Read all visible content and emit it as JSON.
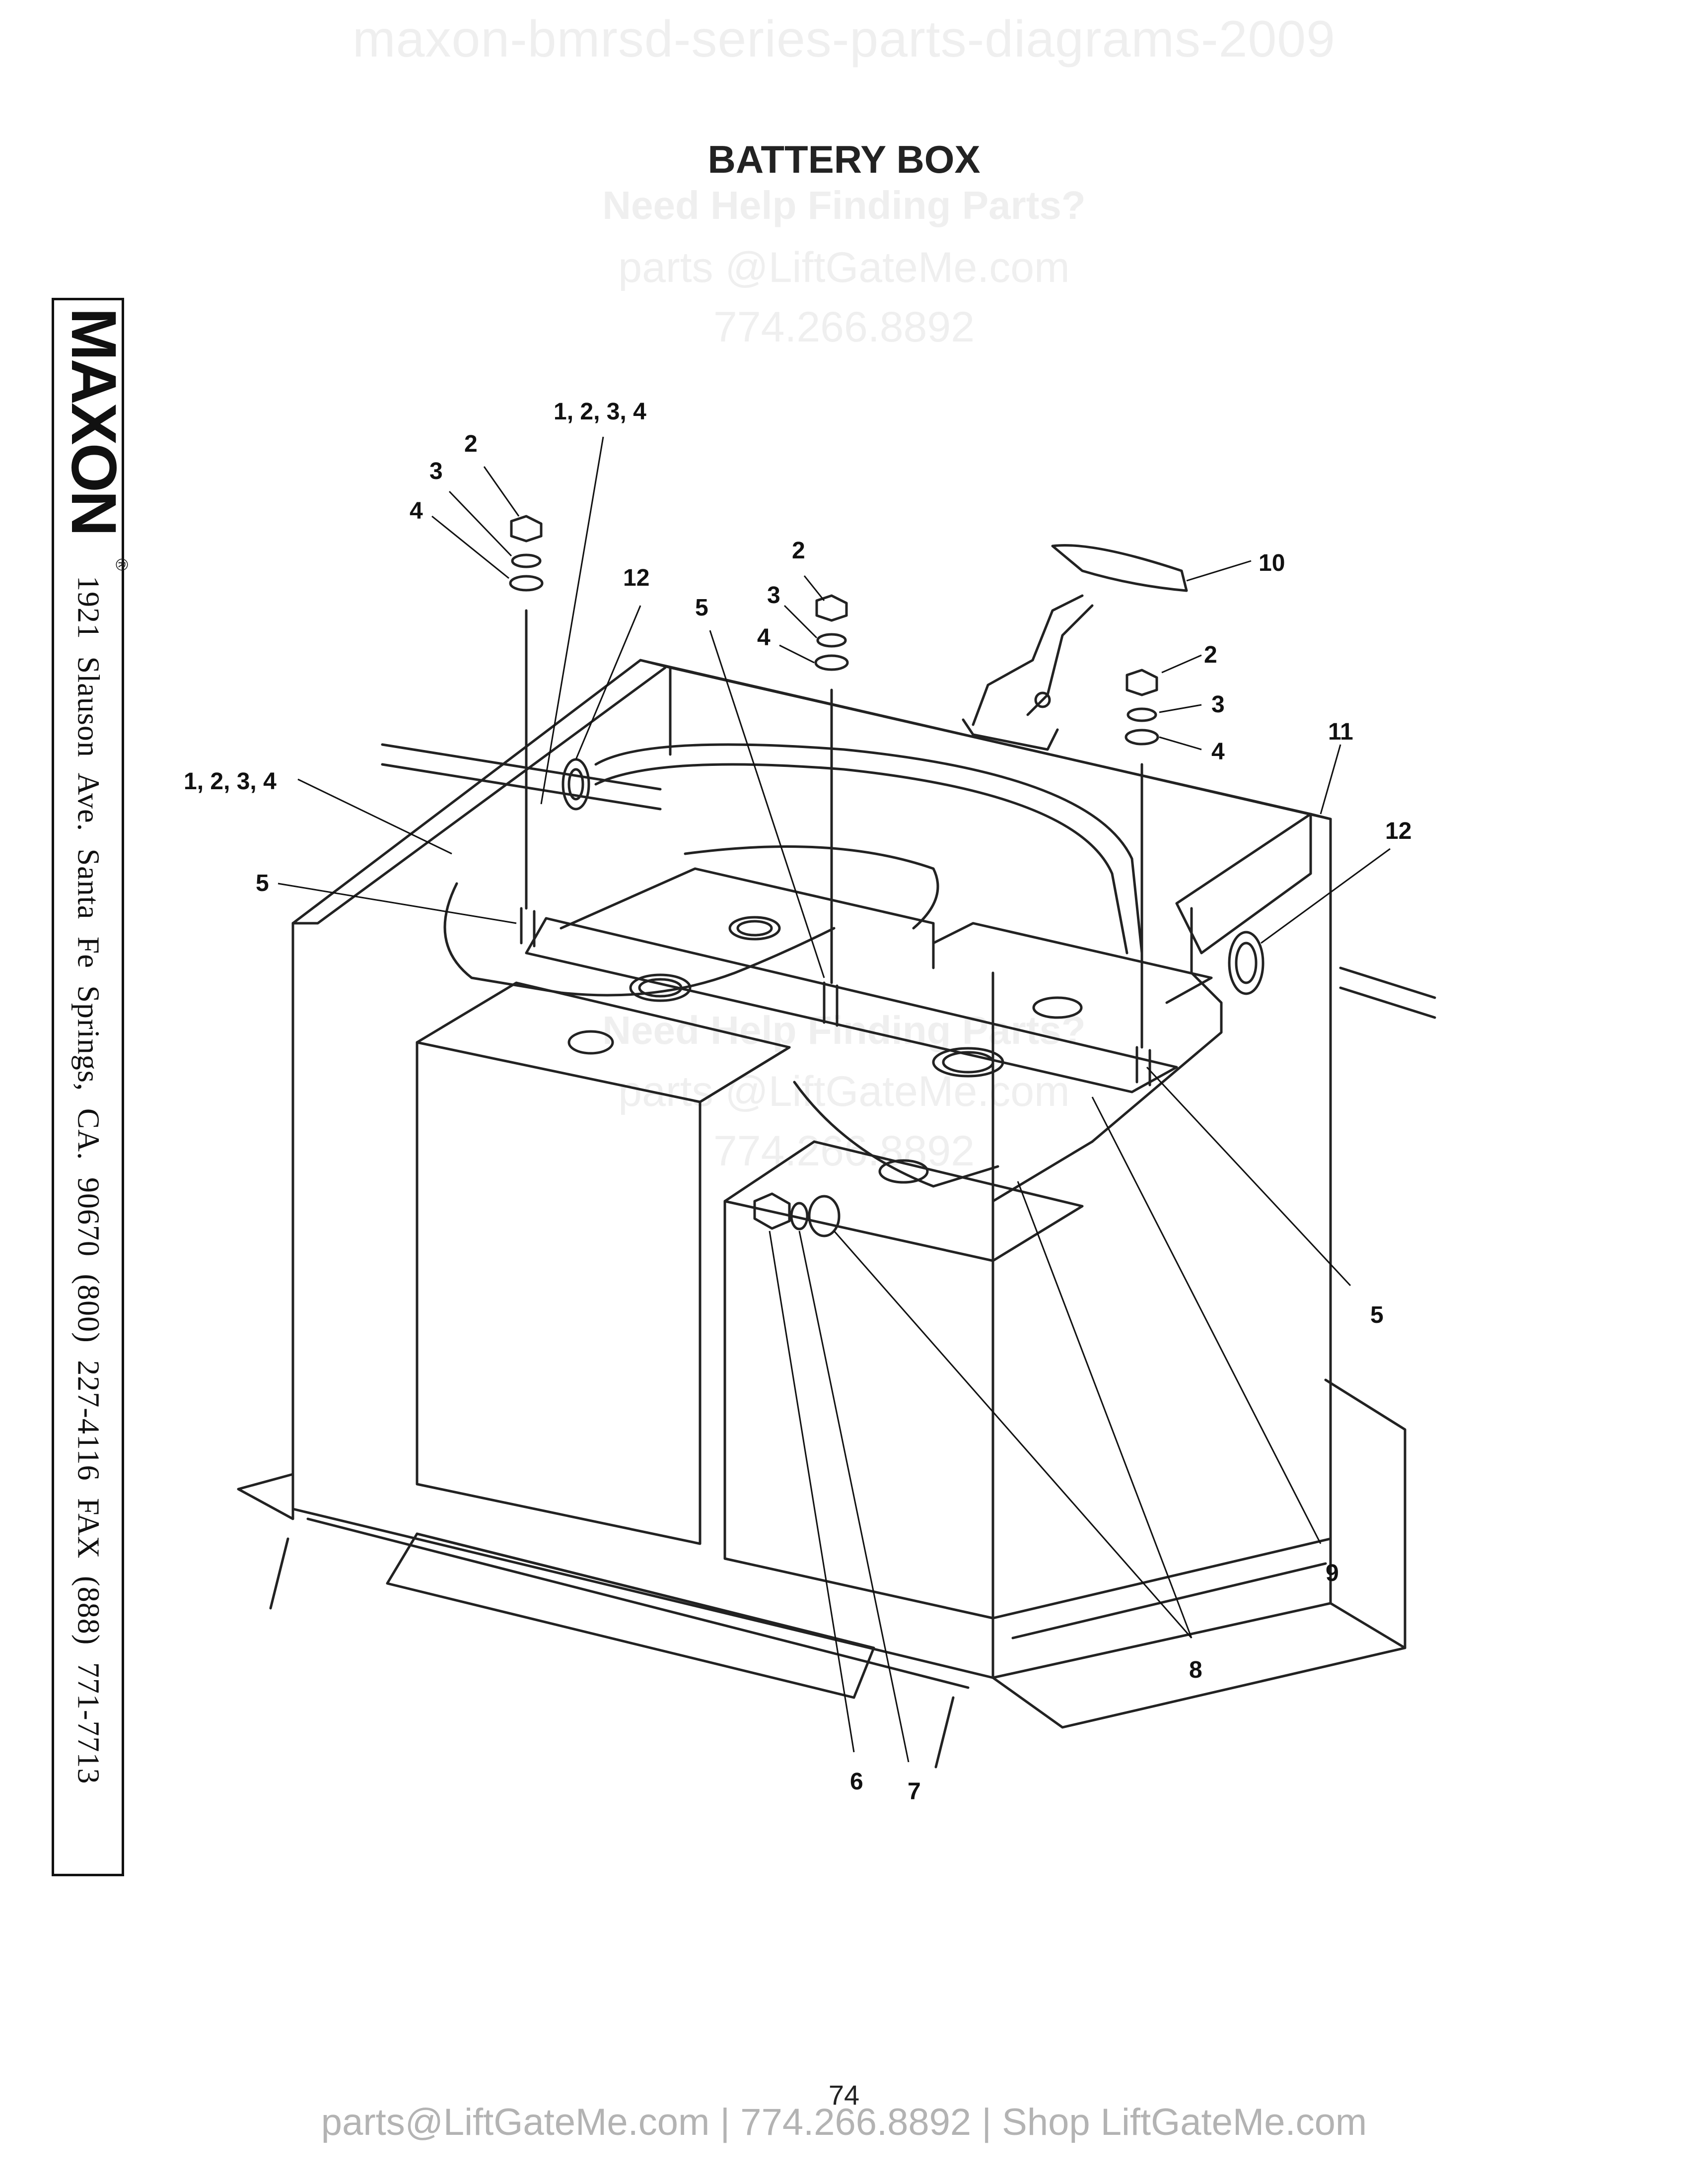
{
  "watermark_top": "maxon-bmrsd-series-parts-diagrams-2009",
  "title": "BATTERY BOX",
  "help_watermark": {
    "line1": "Need Help Finding Parts?",
    "line2": "parts @LiftGateMe.com",
    "line3": "774.266.8892"
  },
  "sidebar": {
    "brand": "MAXON",
    "registered": "®",
    "address": "1921 Slauson Ave.   Santa Fe Springs, CA.   90670   (800) 227-4116   FAX (888) 771-7713"
  },
  "callouts": {
    "c1234_top": "1, 2, 3, 4",
    "c2_left": "2",
    "c3_left": "3",
    "c4_left": "4",
    "c12_top": "12",
    "c5_mid": "5",
    "c2_mid": "2",
    "c3_mid": "3",
    "c4_mid": "4",
    "c10": "10",
    "c2_right": "2",
    "c3_right": "3",
    "c4_right": "4",
    "c11": "11",
    "c1234_left": "1, 2, 3, 4",
    "c12_right": "12",
    "c5_left": "5",
    "c5_right": "5",
    "c9": "9",
    "c8": "8",
    "c6": "6",
    "c7": "7"
  },
  "page_number": "74",
  "footer": "parts@LiftGateMe.com | 774.266.8892 | Shop LiftGateMe.com"
}
